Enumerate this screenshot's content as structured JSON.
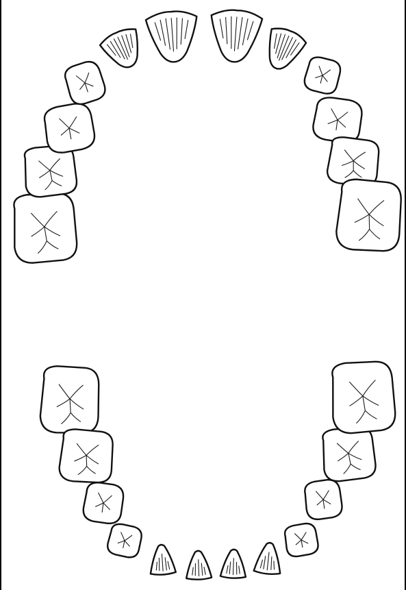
{
  "diagram": {
    "type": "dental-chart",
    "line_color": "#111111",
    "background": "#ffffff",
    "upper_arch": [
      {
        "id": "u1",
        "kind": "molar"
      },
      {
        "id": "u2",
        "kind": "molar"
      },
      {
        "id": "u3",
        "kind": "premolar"
      },
      {
        "id": "u4",
        "kind": "premolar"
      },
      {
        "id": "u5",
        "kind": "incisor"
      },
      {
        "id": "u6",
        "kind": "incisor"
      },
      {
        "id": "u7",
        "kind": "incisor"
      },
      {
        "id": "u8",
        "kind": "incisor"
      },
      {
        "id": "u9",
        "kind": "premolar"
      },
      {
        "id": "u10",
        "kind": "premolar"
      },
      {
        "id": "u11",
        "kind": "molar"
      },
      {
        "id": "u12",
        "kind": "molar"
      }
    ],
    "lower_arch": [
      {
        "id": "l1",
        "kind": "molar"
      },
      {
        "id": "l2",
        "kind": "molar"
      },
      {
        "id": "l3",
        "kind": "premolar"
      },
      {
        "id": "l4",
        "kind": "premolar"
      },
      {
        "id": "l5",
        "kind": "incisor"
      },
      {
        "id": "l6",
        "kind": "incisor"
      },
      {
        "id": "l7",
        "kind": "incisor"
      },
      {
        "id": "l8",
        "kind": "incisor"
      },
      {
        "id": "l9",
        "kind": "premolar"
      },
      {
        "id": "l10",
        "kind": "premolar"
      },
      {
        "id": "l11",
        "kind": "molar"
      },
      {
        "id": "l12",
        "kind": "molar"
      }
    ]
  }
}
